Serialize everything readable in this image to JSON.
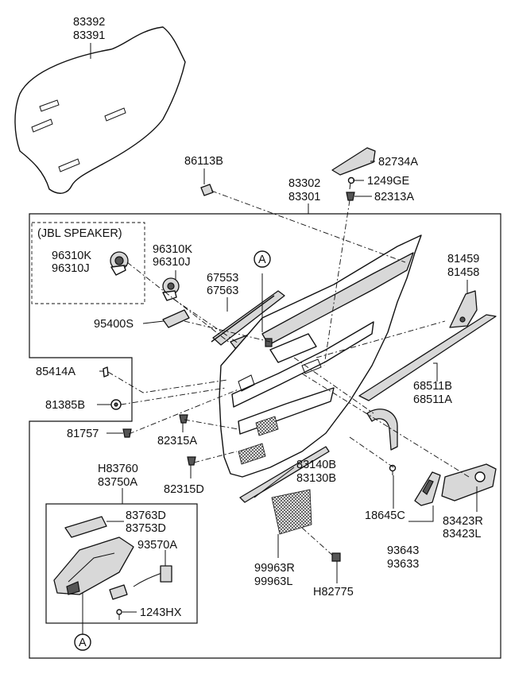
{
  "callouts": {
    "c83392": "83392",
    "c83391": "83391",
    "c86113B": "86113B",
    "c82734A": "82734A",
    "c1249GE": "1249GE",
    "c83302": "83302",
    "c83301": "83301",
    "c82313A": "82313A",
    "jbl_title": "(JBL SPEAKER)",
    "c96310K_a": "96310K",
    "c96310J_a": "96310J",
    "c96310K_b": "96310K",
    "c96310J_b": "96310J",
    "c67553": "67553",
    "c67563": "67563",
    "c81459": "81459",
    "c81458": "81458",
    "c95400S": "95400S",
    "c85414A": "85414A",
    "c68511B": "68511B",
    "c68511A": "68511A",
    "c81385B": "81385B",
    "c81757": "81757",
    "c82315A": "82315A",
    "cH83760": "H83760",
    "c83750A": "83750A",
    "c83140B": "83140B",
    "c83130B": "83130B",
    "c82315D": "82315D",
    "c83763D": "83763D",
    "c83753D": "83753D",
    "c93570A": "93570A",
    "c18645C": "18645C",
    "c83423R": "83423R",
    "c83423L": "83423L",
    "c99963R": "99963R",
    "c99963L": "99963L",
    "c93643": "93643",
    "c93633": "93633",
    "cH82775": "H82775",
    "c1243HX": "1243HX",
    "refA_top": "A",
    "refA_bottom": "A"
  }
}
